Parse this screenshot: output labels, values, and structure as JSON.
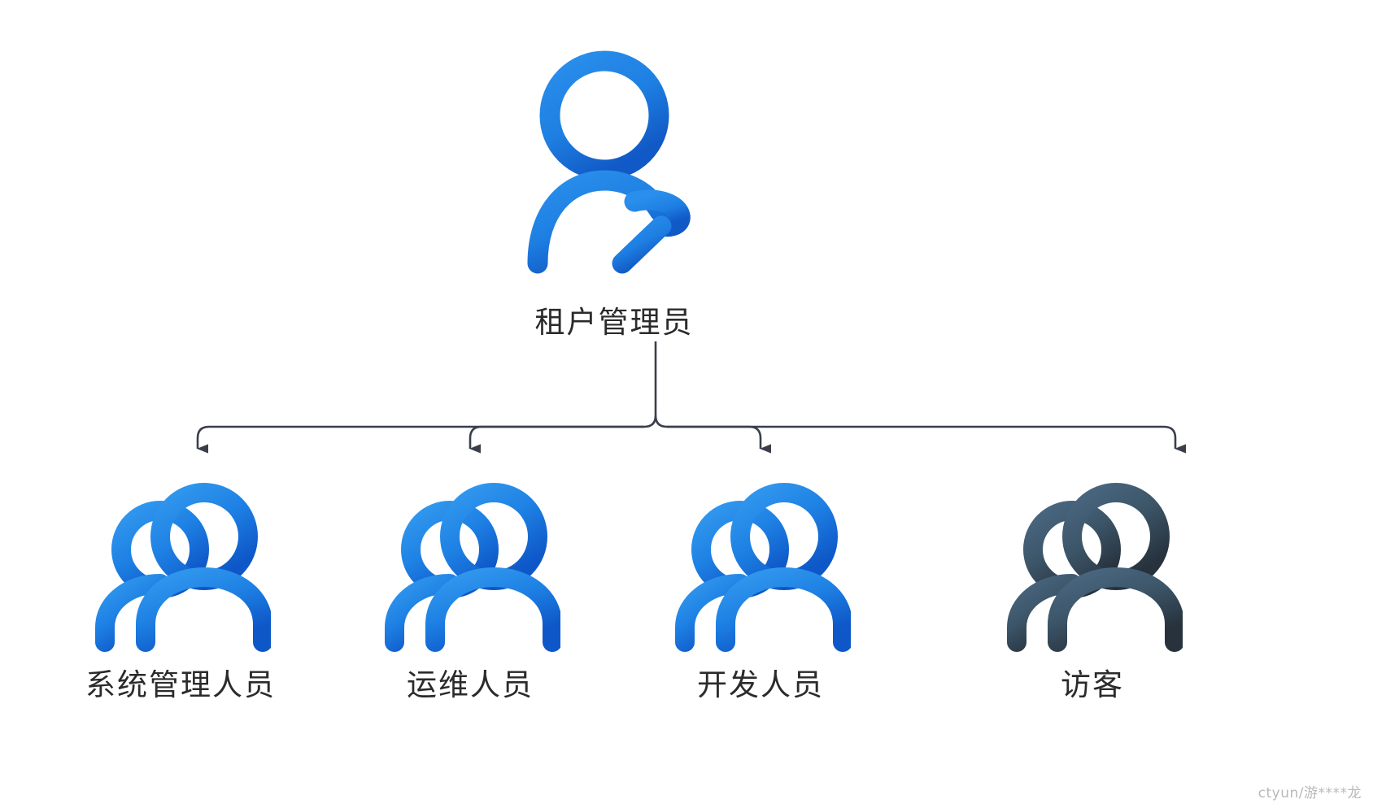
{
  "diagram": {
    "title_node": {
      "label": "租户管理员",
      "icon": "person-with-pointer-icon",
      "color_from": "#2288E8",
      "color_to": "#1366CC"
    },
    "children": [
      {
        "label": "系统管理人员",
        "icon": "user-group-icon",
        "color_from": "#2F92EA",
        "color_to": "#1160CE"
      },
      {
        "label": "运维人员",
        "icon": "user-group-icon",
        "color_from": "#2F92EA",
        "color_to": "#1160CE"
      },
      {
        "label": "开发人员",
        "icon": "user-group-icon",
        "color_from": "#2F92EA",
        "color_to": "#1160CE"
      },
      {
        "label": "访客",
        "icon": "user-group-icon",
        "color_from": "#46637F",
        "color_to": "#2B3A49"
      }
    ],
    "connector": {
      "color": "#3A3F4B",
      "stroke_width": 2.6,
      "arrow": "arrow-down"
    },
    "background_color": "#FFFFFF"
  },
  "watermark": {
    "text": "ctyun/游****龙"
  }
}
